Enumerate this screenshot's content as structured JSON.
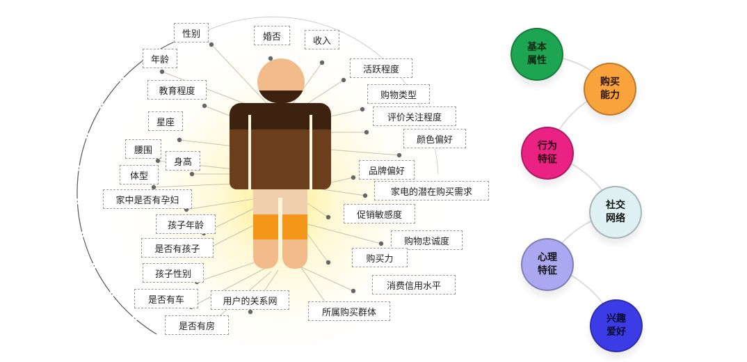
{
  "labels": [
    {
      "text": "性别"
    },
    {
      "text": "婚否"
    },
    {
      "text": "收入"
    },
    {
      "text": "年龄"
    },
    {
      "text": "活跃程度"
    },
    {
      "text": "教育程度"
    },
    {
      "text": "购物类型"
    },
    {
      "text": "评价关注程度"
    },
    {
      "text": "星座"
    },
    {
      "text": "颜色偏好"
    },
    {
      "text": "腰围"
    },
    {
      "text": "身高"
    },
    {
      "text": "品牌偏好"
    },
    {
      "text": "体型"
    },
    {
      "text": "家电的潜在购买需求"
    },
    {
      "text": "家中是否有孕妇"
    },
    {
      "text": "促销敏感度"
    },
    {
      "text": "孩子年龄"
    },
    {
      "text": "购物忠诚度"
    },
    {
      "text": "是否有孩子"
    },
    {
      "text": "购买力"
    },
    {
      "text": "孩子性别"
    },
    {
      "text": "消费信用水平"
    },
    {
      "text": "是否有车"
    },
    {
      "text": "用户的关系网"
    },
    {
      "text": "所属购买群体"
    },
    {
      "text": "是否有房"
    }
  ],
  "categories": [
    {
      "text": "基本属性",
      "color": "#1ea552"
    },
    {
      "text": "购买能力",
      "color": "#f8a33c"
    },
    {
      "text": "行为特征",
      "color": "#ea2284"
    },
    {
      "text": "社交网络",
      "color": "#dff1f2"
    },
    {
      "text": "心理特征",
      "color": "#aaa8f0"
    },
    {
      "text": "兴趣爱好",
      "color": "#3c3ce6"
    }
  ],
  "figure_colors": {
    "skin": "#f2bc8a",
    "dark": "#3d2210",
    "brown": "#6b3f1c",
    "shorts": "#f0cfae",
    "orange": "#f3961a"
  }
}
